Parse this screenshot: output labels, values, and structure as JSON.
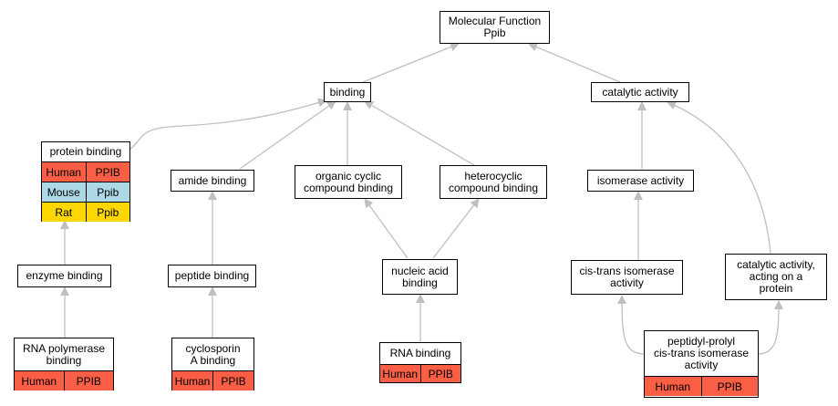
{
  "colors": {
    "human": "#fa5f45",
    "mouse": "#add8e6",
    "rat": "#ffd700",
    "edge": "#bfbfbf"
  },
  "nodes": {
    "root": "Molecular Function\nPpib",
    "binding": "binding",
    "catalytic": "catalytic activity",
    "protein_binding": {
      "label": "protein binding",
      "rows": [
        {
          "species": "Human",
          "gene": "PPIB"
        },
        {
          "species": "Mouse",
          "gene": "Ppib"
        },
        {
          "species": "Rat",
          "gene": "Ppib"
        }
      ]
    },
    "amide_binding": "amide binding",
    "organic_cyclic": "organic cyclic\ncompound binding",
    "heterocyclic": "heterocyclic\ncompound binding",
    "isomerase": "isomerase activity",
    "enzyme_binding": "enzyme binding",
    "peptide_binding": "peptide binding",
    "nucleic_acid": "nucleic acid\nbinding",
    "cis_trans": "cis-trans isomerase\nactivity",
    "cat_protein": "catalytic activity,\nacting on a\nprotein",
    "rna_pol": {
      "label": "RNA polymerase\nbinding",
      "rows": [
        {
          "species": "Human",
          "gene": "PPIB"
        }
      ]
    },
    "cyclosporin": {
      "label": "cyclosporin\nA binding",
      "rows": [
        {
          "species": "Human",
          "gene": "PPIB"
        }
      ]
    },
    "rna_binding": {
      "label": "RNA binding",
      "rows": [
        {
          "species": "Human",
          "gene": "PPIB"
        }
      ]
    },
    "peptidyl": {
      "label": "peptidyl-prolyl\ncis-trans isomerase\nactivity",
      "rows": [
        {
          "species": "Human",
          "gene": "PPIB"
        }
      ]
    }
  }
}
